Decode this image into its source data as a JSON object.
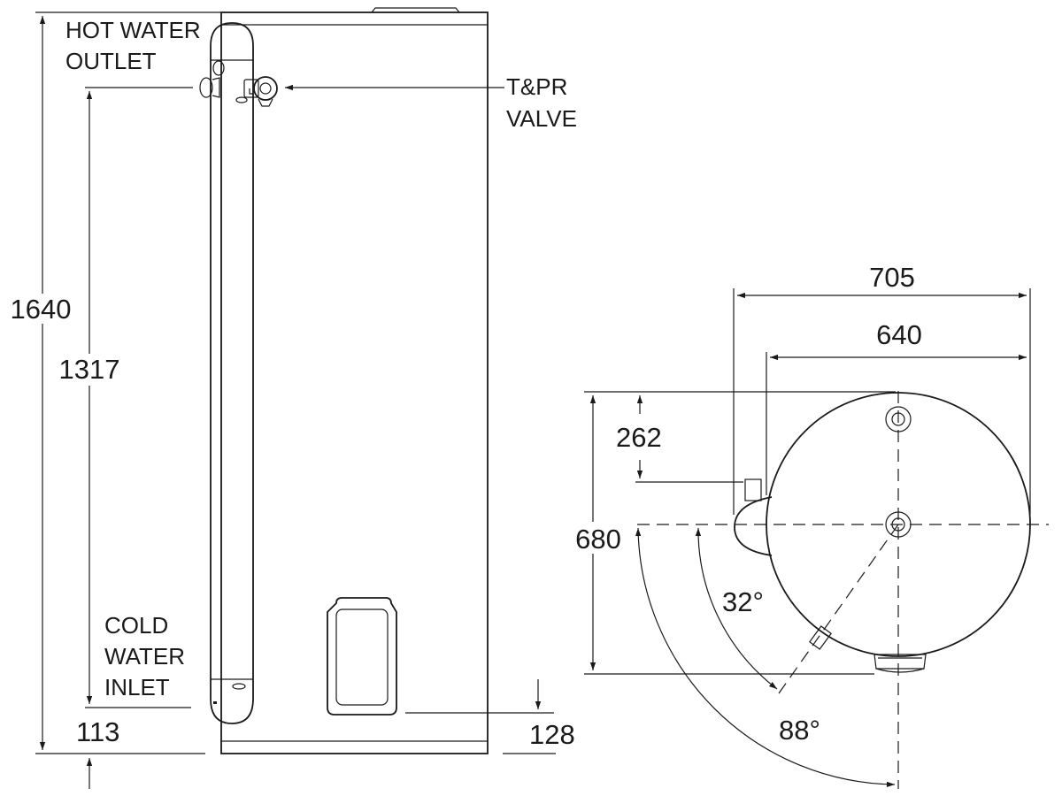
{
  "labels": {
    "hot_water_outlet_1": "HOT WATER",
    "hot_water_outlet_2": "OUTLET",
    "tpr_valve_1": "T&PR",
    "tpr_valve_2": "VALVE",
    "cold_water_inlet_1": "COLD",
    "cold_water_inlet_2": "WATER",
    "cold_water_inlet_3": "INLET"
  },
  "dimensions": {
    "overall_height": "1640",
    "outlet_to_inlet": "1317",
    "inlet_height": "113",
    "access_panel_height": "128",
    "overall_width": "705",
    "body_diameter": "640",
    "valve_offset": "262",
    "overall_depth": "680",
    "angle_inner": "32°",
    "angle_outer": "88°"
  },
  "colors": {
    "line": "#1a1a1a",
    "background": "#ffffff"
  }
}
